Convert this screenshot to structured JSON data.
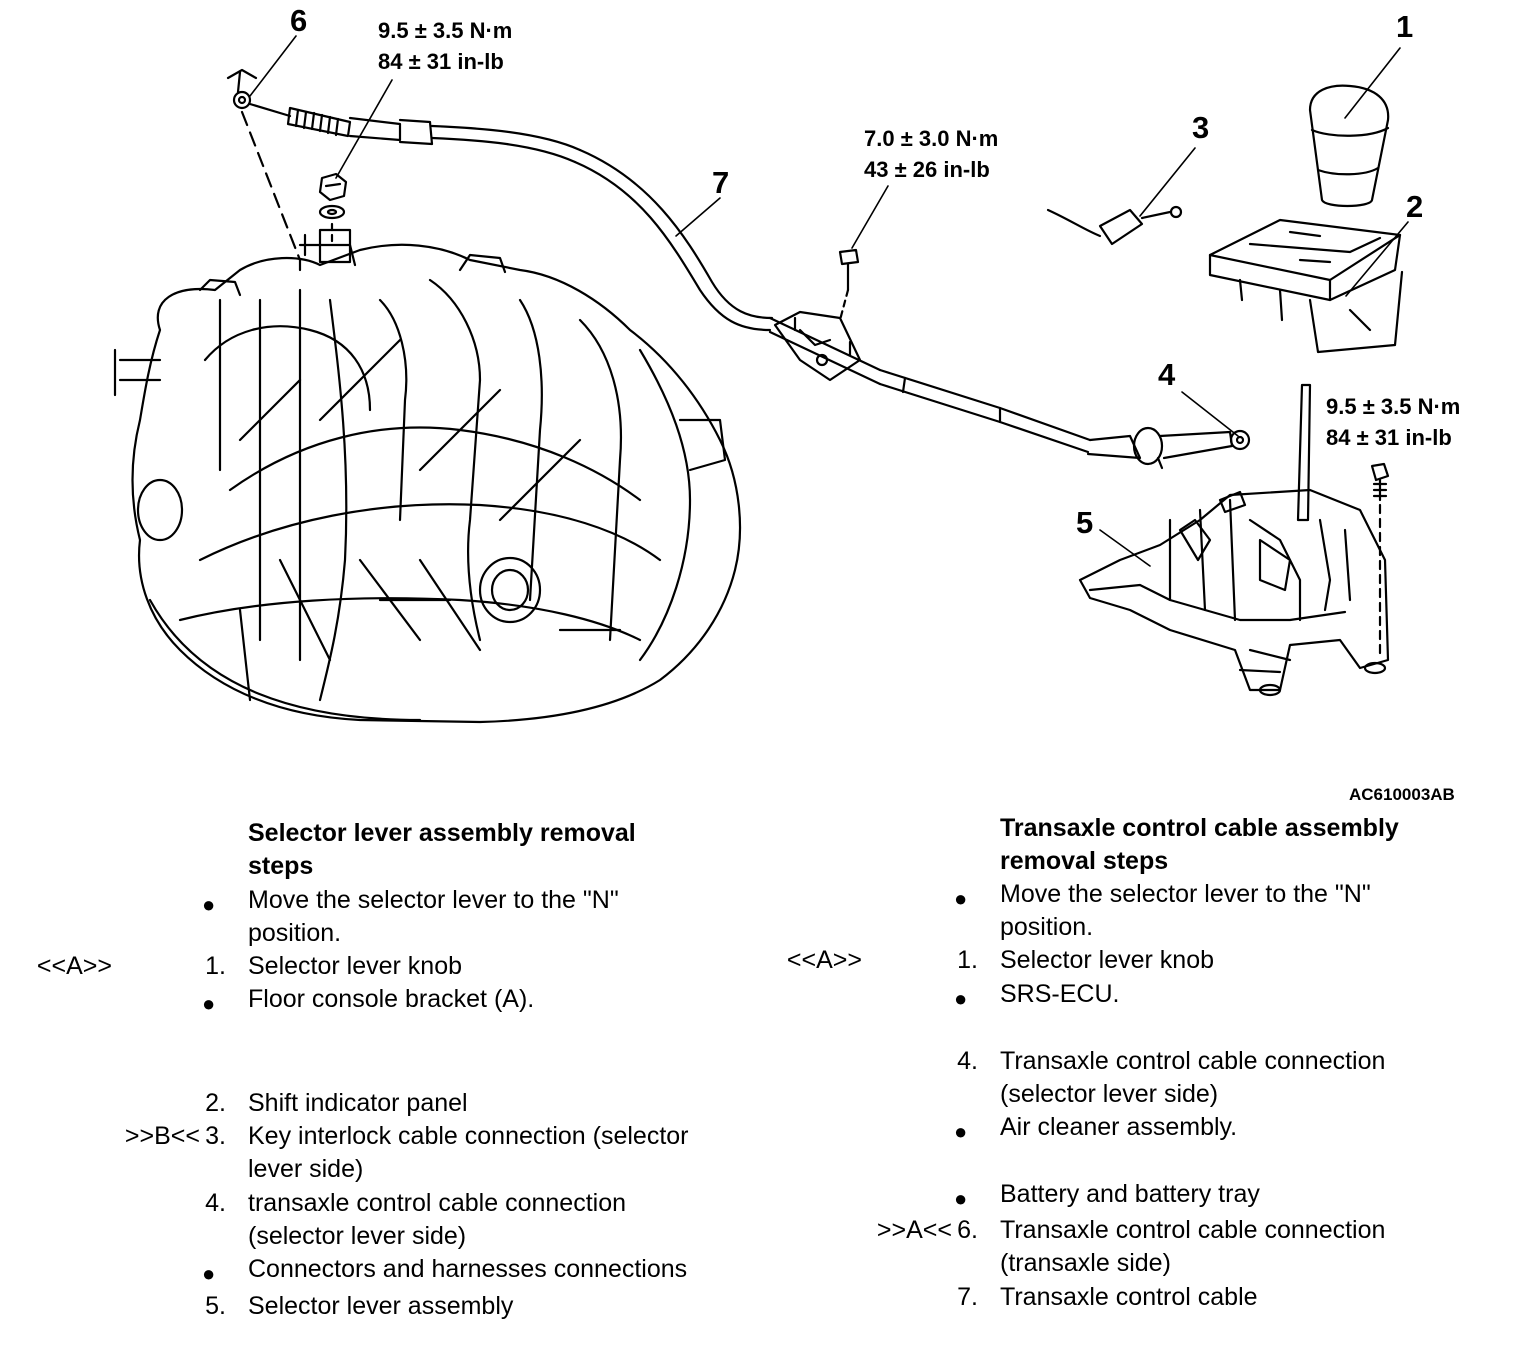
{
  "figure": {
    "callouts": [
      "1",
      "2",
      "3",
      "4",
      "5",
      "6",
      "7"
    ],
    "torques": {
      "t6_nm": "9.5 ± 3.5 N·m",
      "t6_inlb": "84 ± 31 in-lb",
      "t7_nm": "7.0 ± 3.0 N·m",
      "t7_inlb": "43 ± 26 in-lb",
      "t5_nm": "9.5 ± 3.5 N·m",
      "t5_inlb": "84 ± 31 in-lb"
    },
    "figure_id": "AC610003AB"
  },
  "left": {
    "title1": "Selector lever assembly removal",
    "title2": "steps",
    "bullet": "●",
    "s0a": "Move the selector lever to the \"N\"",
    "s0b": "position.",
    "m1": "<<A>>",
    "n1": "1.",
    "s1": "Selector lever knob",
    "s2": "Floor console bracket (A).",
    "n3": "2.",
    "s3": "Shift indicator panel",
    "m4": ">>B<<",
    "n4": "3.",
    "s4a": "Key interlock cable connection (selector",
    "s4b": "lever side)",
    "n5": "4.",
    "s5a": "transaxle control cable connection",
    "s5b": "(selector lever side)",
    "s6": "Connectors and harnesses connections",
    "n7": "5.",
    "s7": "Selector lever assembly"
  },
  "right": {
    "title1": "Transaxle control cable assembly",
    "title2": "removal steps",
    "bullet": "●",
    "s0a": "Move the selector lever to the \"N\"",
    "s0b": "position.",
    "m1": "<<A>>",
    "n1": "1.",
    "s1": "Selector lever knob",
    "s2": "SRS-ECU.",
    "n3": "4.",
    "s3a": "Transaxle control cable connection",
    "s3b": "(selector lever side)",
    "s4": "Air cleaner assembly.",
    "s5": "Battery and battery tray",
    "m6": ">>A<<",
    "n6": "6.",
    "s6a": "Transaxle control cable connection",
    "s6b": "(transaxle side)",
    "n7": "7.",
    "s7": "Transaxle control cable"
  }
}
